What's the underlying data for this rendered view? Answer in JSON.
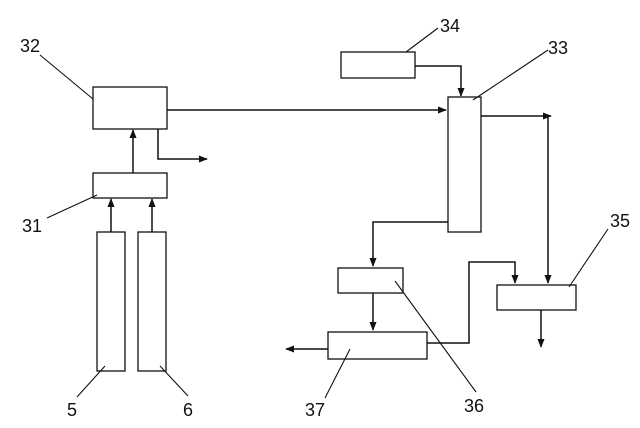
{
  "labels": {
    "l5": "5",
    "l6": "6",
    "l31": "31",
    "l32": "32",
    "l33": "33",
    "l34": "34",
    "l35": "35",
    "l36": "36",
    "l37": "37"
  },
  "colors": {
    "stroke": "#111111",
    "background": "#ffffff"
  }
}
